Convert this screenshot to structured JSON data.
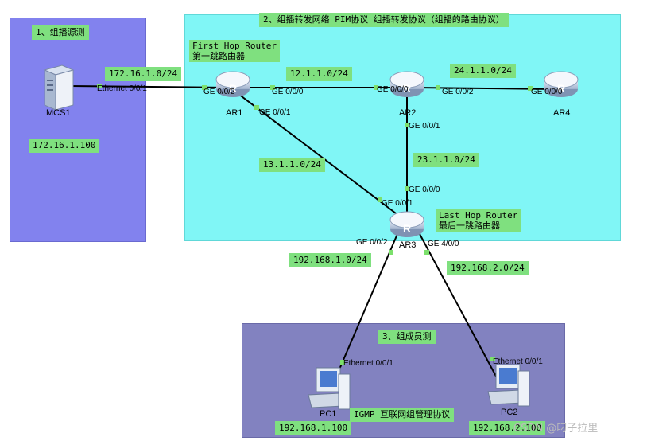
{
  "zones": {
    "source": {
      "title": "1、组播源测",
      "color": "#8080ee"
    },
    "forwarding": {
      "title": "2、组播转发网络 PIM协议 组播转发协议（组播的路由协议）",
      "color": "#7ff7f7"
    },
    "members": {
      "title": "3、组成员测",
      "color": "#8080bf"
    }
  },
  "notes": {
    "first_hop_en": "First Hop Router",
    "first_hop_cn": "第一跳路由器",
    "last_hop_en": "Last Hop Router",
    "last_hop_cn": "最后一跳路由器",
    "igmp": "IGMP 互联网组管理协议"
  },
  "devices": {
    "mcs1": {
      "name": "MCS1",
      "ip": "172.16.1.100"
    },
    "ar1": {
      "name": "AR1"
    },
    "ar2": {
      "name": "AR2"
    },
    "ar3": {
      "name": "AR3"
    },
    "ar4": {
      "name": "AR4"
    },
    "pc1": {
      "name": "PC1",
      "ip": "192.168.1.100"
    },
    "pc2": {
      "name": "PC2",
      "ip": "192.168.2.100"
    }
  },
  "networks": {
    "mcs_ar1": "172.16.1.0/24",
    "ar1_ar2": "12.1.1.0/24",
    "ar2_ar4": "24.1.1.0/24",
    "ar1_ar3": "13.1.1.0/24",
    "ar2_ar3": "23.1.1.0/24",
    "ar3_pc1": "192.168.1.0/24",
    "ar3_pc2": "192.168.2.0/24"
  },
  "ports": {
    "mcs1_eth": "Ethernet 0/0/1",
    "ar1_ge002": "GE 0/0/2",
    "ar1_ge000": "GE 0/0/0",
    "ar1_ge001": "GE 0/0/1",
    "ar2_ge000": "GE 0/0/0",
    "ar2_ge002": "GE 0/0/2",
    "ar2_ge001": "GE 0/0/1",
    "ar4_ge000": "GE 0/0/0",
    "ar3_ge000": "GE 0/0/0",
    "ar3_ge001": "GE 0/0/1",
    "ar3_ge002": "GE 0/0/2",
    "ar3_ge400": "GE 4/0/0",
    "pc1_eth": "Ethernet 0/0/1",
    "pc2_eth": "Ethernet 0/0/1"
  },
  "watermark": "CSDN @叼子拉里"
}
